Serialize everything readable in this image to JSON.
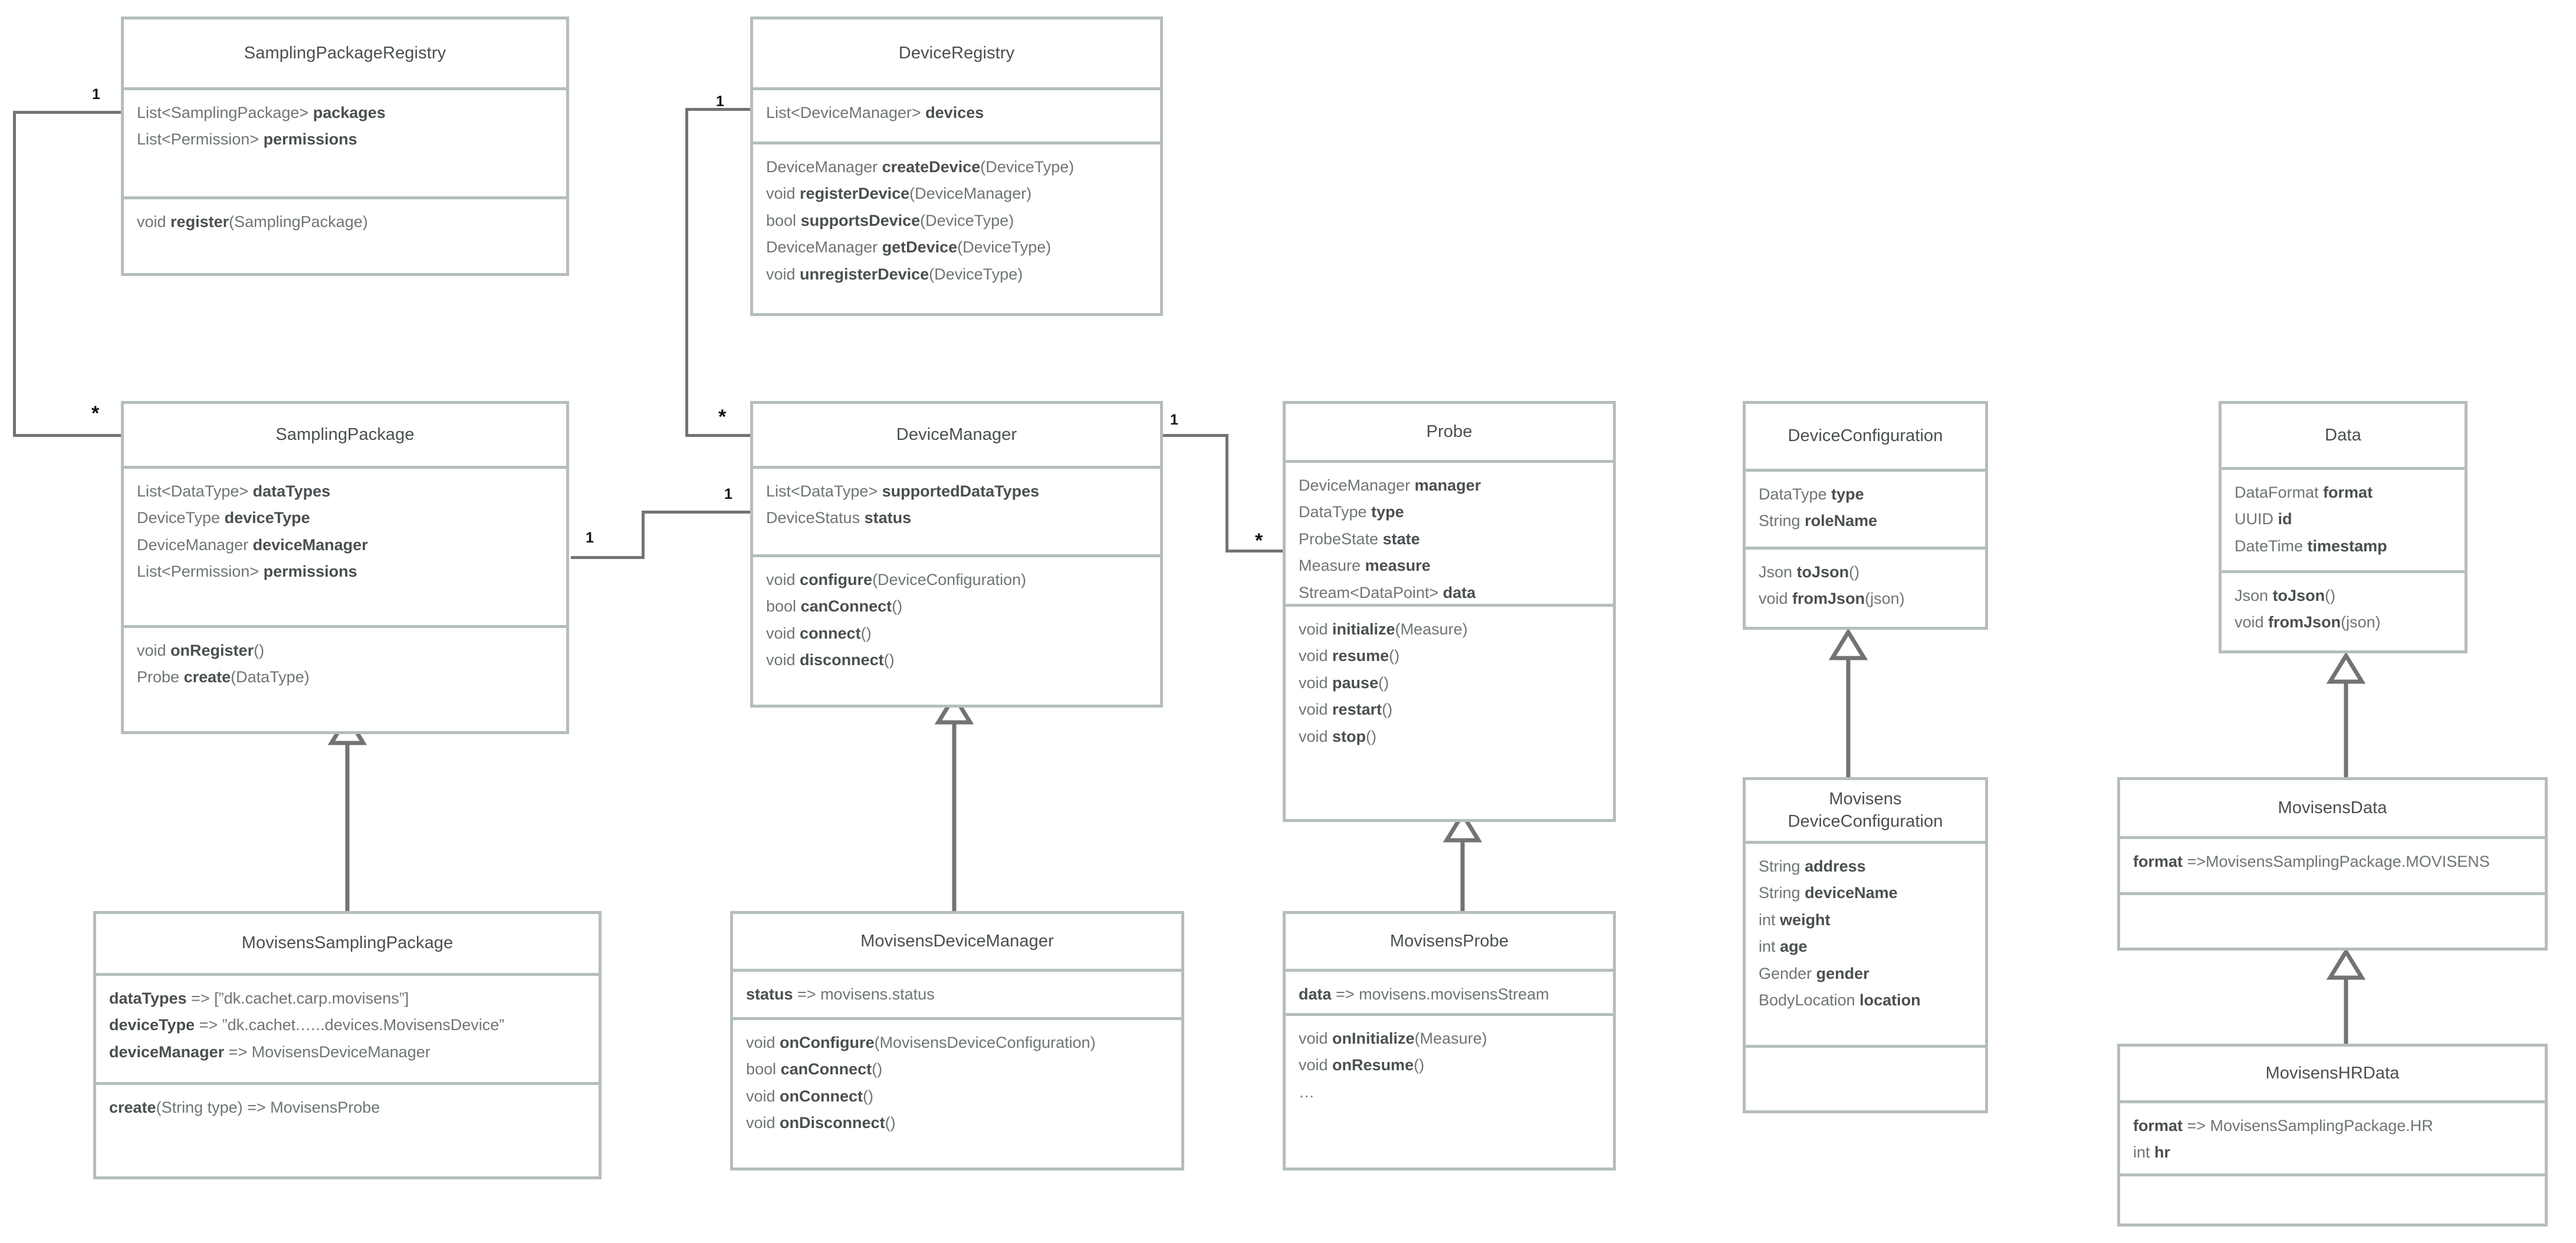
{
  "diagram": {
    "kind": "uml-class-diagram",
    "colors": {
      "box_border": "#b5bdbe",
      "text": "#4a4f51",
      "text_light": "#6f7577",
      "connector": "#737373",
      "background": "#ffffff"
    }
  },
  "classes": {
    "sampling_package_registry": {
      "name": "SamplingPackageRegistry",
      "attributes": [
        {
          "type": "List<SamplingPackage>",
          "name": "packages"
        },
        {
          "type": "List<Permission>",
          "name": "permissions"
        }
      ],
      "operations": [
        {
          "type": "void",
          "name": "register",
          "args": "(SamplingPackage)"
        }
      ]
    },
    "device_registry": {
      "name": "DeviceRegistry",
      "attributes": [
        {
          "type": "List<DeviceManager>",
          "name": "devices"
        }
      ],
      "operations": [
        {
          "type": "DeviceManager",
          "name": "createDevice",
          "args": "(DeviceType)"
        },
        {
          "type": "void",
          "name": "registerDevice",
          "args": "(DeviceManager)"
        },
        {
          "type": "bool",
          "name": "supportsDevice",
          "args": "(DeviceType)"
        },
        {
          "type": "DeviceManager",
          "name": "getDevice",
          "args": "(DeviceType)"
        },
        {
          "type": "void",
          "name": "unregisterDevice",
          "args": "(DeviceType)"
        }
      ]
    },
    "sampling_package": {
      "name": "SamplingPackage",
      "attributes": [
        {
          "type": "List<DataType>",
          "name": "dataTypes"
        },
        {
          "type": "DeviceType",
          "name": "deviceType"
        },
        {
          "type": "DeviceManager",
          "name": "deviceManager"
        },
        {
          "type": "List<Permission>",
          "name": "permissions"
        }
      ],
      "operations": [
        {
          "type": "void",
          "name": "onRegister",
          "args": "()"
        },
        {
          "type": "Probe",
          "name": "create",
          "args": "(DataType)"
        }
      ]
    },
    "device_manager": {
      "name": "DeviceManager",
      "attributes": [
        {
          "type": "List<DataType>",
          "name": "supportedDataTypes"
        },
        {
          "type": "DeviceStatus",
          "name": "status"
        }
      ],
      "operations": [
        {
          "type": "void",
          "name": "configure",
          "args": "(DeviceConfiguration)"
        },
        {
          "type": "bool",
          "name": "canConnect",
          "args": "()"
        },
        {
          "type": "void",
          "name": "connect",
          "args": "()"
        },
        {
          "type": "void",
          "name": "disconnect",
          "args": "()"
        }
      ]
    },
    "probe": {
      "name": "Probe",
      "attributes": [
        {
          "type": "DeviceManager",
          "name": "manager"
        },
        {
          "type": "DataType",
          "name": "type"
        },
        {
          "type": "ProbeState",
          "name": "state"
        },
        {
          "type": "Measure",
          "name": "measure"
        },
        {
          "type": "Stream<DataPoint>",
          "name": "data"
        }
      ],
      "operations": [
        {
          "type": "void",
          "name": "initialize",
          "args": "(Measure)"
        },
        {
          "type": "void",
          "name": "resume",
          "args": "()"
        },
        {
          "type": "void",
          "name": "pause",
          "args": "()"
        },
        {
          "type": "void",
          "name": "restart",
          "args": "()"
        },
        {
          "type": "void",
          "name": "stop",
          "args": "()"
        }
      ]
    },
    "device_configuration": {
      "name": "DeviceConfiguration",
      "attributes": [
        {
          "type": "DataType",
          "name": "type"
        },
        {
          "type": "String",
          "name": "roleName"
        }
      ],
      "operations": [
        {
          "type": "Json",
          "name": "toJson",
          "args": "()"
        },
        {
          "type": "void",
          "name": "fromJson",
          "args": "(json)"
        }
      ]
    },
    "data": {
      "name": "Data",
      "attributes": [
        {
          "type": "DataFormat",
          "name": "format"
        },
        {
          "type": "UUID",
          "name": "id"
        },
        {
          "type": "DateTime",
          "name": "timestamp"
        }
      ],
      "operations": [
        {
          "type": "Json",
          "name": "toJson",
          "args": "()"
        },
        {
          "type": "void",
          "name": "fromJson",
          "args": "(json)"
        }
      ]
    },
    "movisens_sampling_package": {
      "name": "MovisensSamplingPackage",
      "attributes": [
        {
          "name": "dataTypes",
          "args": " => [”dk.cachet.carp.movisens”]"
        },
        {
          "name": "deviceType",
          "args": " => ”dk.cachet.…..devices.MovisensDevice”"
        },
        {
          "name": "deviceManager",
          "args": " => MovisensDeviceManager"
        }
      ],
      "operations": [
        {
          "name": "create",
          "args": "(String type) => MovisensProbe"
        }
      ]
    },
    "movisens_device_manager": {
      "name": "MovisensDeviceManager",
      "attributes": [
        {
          "name": "status",
          "args": " => movisens.status"
        }
      ],
      "operations": [
        {
          "type": "void",
          "name": "onConfigure",
          "args": "(MovisensDeviceConfiguration)"
        },
        {
          "type": "bool",
          "name": "canConnect",
          "args": "()"
        },
        {
          "type": "void",
          "name": "onConnect",
          "args": "()"
        },
        {
          "type": "void",
          "name": "onDisconnect",
          "args": "()"
        }
      ]
    },
    "movisens_probe": {
      "name": "MovisensProbe",
      "attributes": [
        {
          "name": "data",
          "args": " => movisens.movisensStream"
        }
      ],
      "operations": [
        {
          "type": "void",
          "name": "onInitialize",
          "args": "(Measure)"
        },
        {
          "type": "void",
          "name": "onResume",
          "args": "()"
        },
        {
          "type": "",
          "name": "",
          "args": "…"
        }
      ]
    },
    "movisens_device_configuration": {
      "name_line1": "Movisens",
      "name_line2": "DeviceConfiguration",
      "attributes": [
        {
          "type": "String",
          "name": "address"
        },
        {
          "type": "String",
          "name": "deviceName"
        },
        {
          "type": "int",
          "name": "weight"
        },
        {
          "type": "int",
          "name": "age"
        },
        {
          "type": "Gender",
          "name": "gender"
        },
        {
          "type": "BodyLocation",
          "name": "location"
        }
      ],
      "operations": []
    },
    "movisens_data": {
      "name": "MovisensData",
      "attributes": [
        {
          "name": "format",
          "args": " =>MovisensSamplingPackage.MOVISENS"
        }
      ],
      "operations": []
    },
    "movisens_hr_data": {
      "name": "MovisensHRData",
      "attributes": [
        {
          "name": "format",
          "args": " => MovisensSamplingPackage.HR"
        },
        {
          "type": "int",
          "name": "hr"
        }
      ],
      "operations": []
    }
  },
  "multiplicities": {
    "registry_to_package_one": "1",
    "registry_to_package_many": "*",
    "device_registry_one": "1",
    "device_registry_many": "*",
    "package_to_manager_left": "1",
    "package_to_manager_right": "1",
    "manager_to_probe_one": "1",
    "manager_to_probe_many": "*"
  }
}
